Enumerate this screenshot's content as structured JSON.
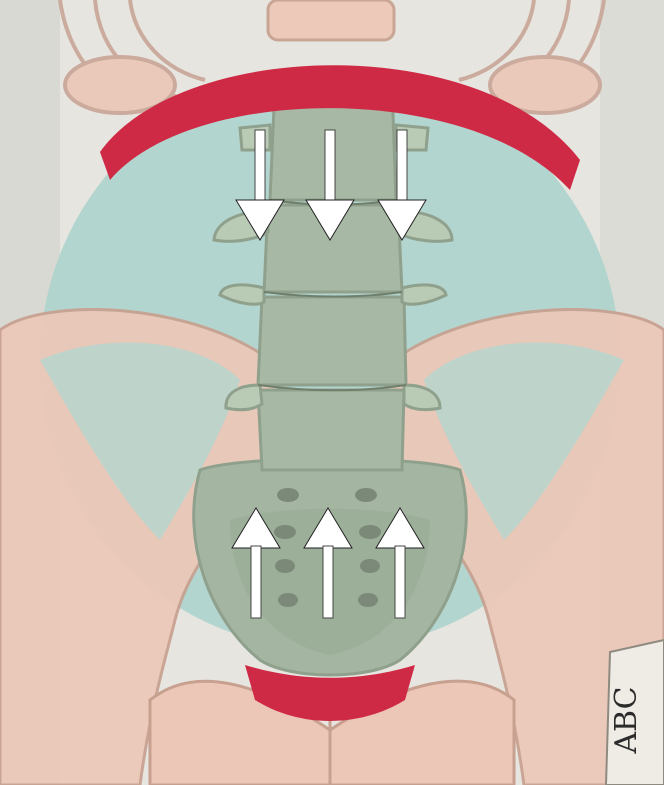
{
  "scene": {
    "subject": "lumbar-spine-pelvis-illustration",
    "arrows_down_count": 3,
    "arrows_up_count": 3
  },
  "book_fragment": {
    "letters": "ABC"
  },
  "colors": {
    "background": "#e8e6e1",
    "teal_circle": "#a9d2cb",
    "bone_light": "#ecc7b8",
    "bone_outline": "#c8a08f",
    "spine": "#a7b8a3",
    "red_band": "#cf2a45",
    "arrow": "#ffffff"
  }
}
